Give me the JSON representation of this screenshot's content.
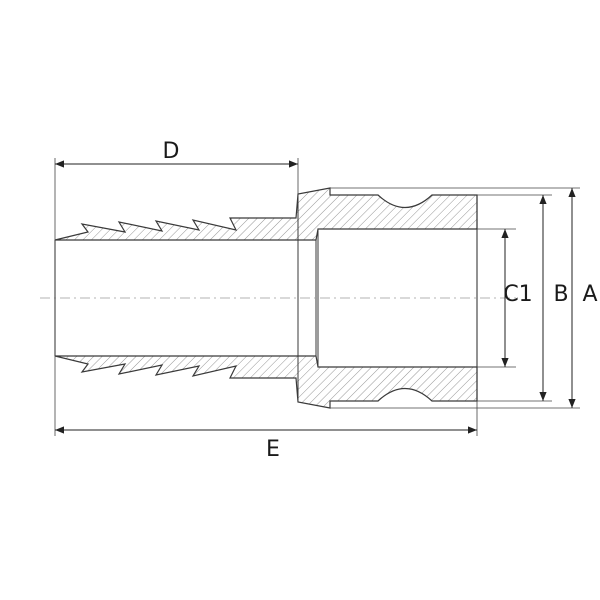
{
  "dimensions": {
    "d": "D",
    "e": "E",
    "c1": "C1",
    "b": "B",
    "a": "A"
  },
  "colors": {
    "stroke": "#3a3a3a",
    "background": "#ffffff"
  }
}
